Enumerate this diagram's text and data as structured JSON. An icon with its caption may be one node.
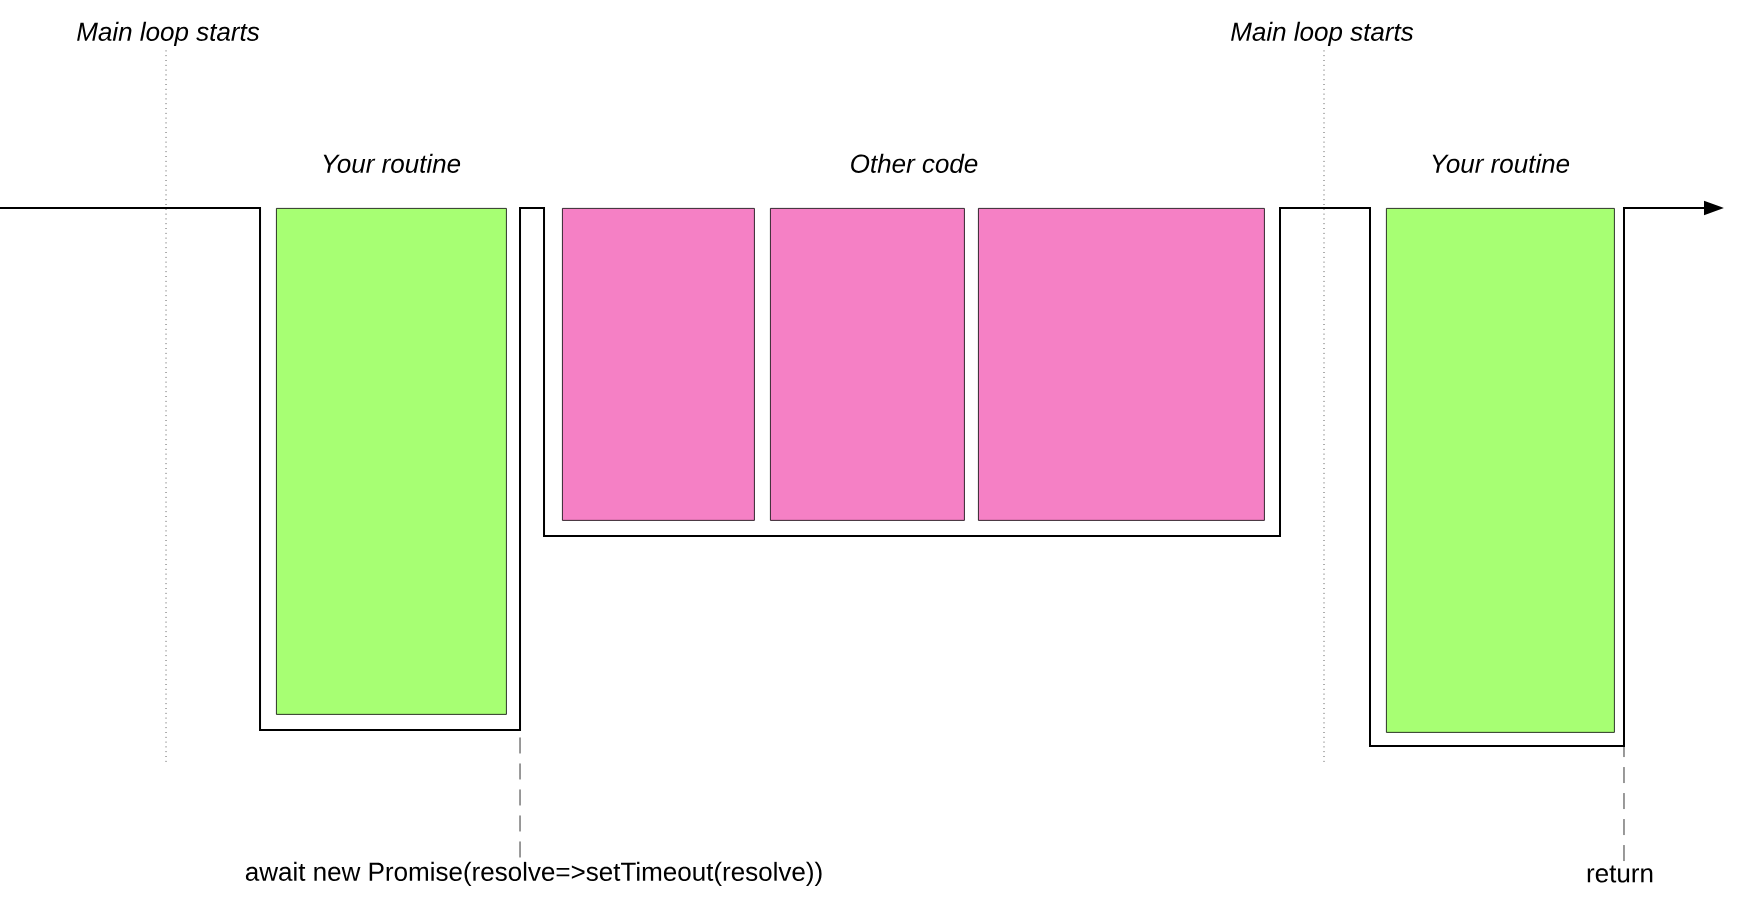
{
  "diagram": {
    "nodes": [
      {
        "text": [
          "Your routine"
        ]
      },
      {
        "text": [],
        "shape": "box"
      },
      {
        "text": [],
        "shape": "box"
      },
      {
        "text": [],
        "shape": "box"
      },
      {
        "text": [
          "Your routine"
        ]
      },
      {
        "text": [
          "Main loop starts"
        ]
      },
      {
        "text": [
          "Main loop starts"
        ]
      },
      {
        "text": [
          "await new Promise(resolve=>setTimeout(resolve))"
        ]
      },
      {
        "text": [
          "return"
        ]
      }
    ],
    "edges": [
      {
        "from": 5,
        "to": null,
        "arrow": "none"
      },
      {
        "from": 6,
        "to": null,
        "arrow": "none"
      },
      {
        "from": 7,
        "to": 0,
        "arrow": "none",
        "style": "dashed"
      },
      {
        "from": 8,
        "to": 4,
        "arrow": "none",
        "style": "dashed"
      }
    ],
    "labels": [
      "Other code"
    ]
  }
}
